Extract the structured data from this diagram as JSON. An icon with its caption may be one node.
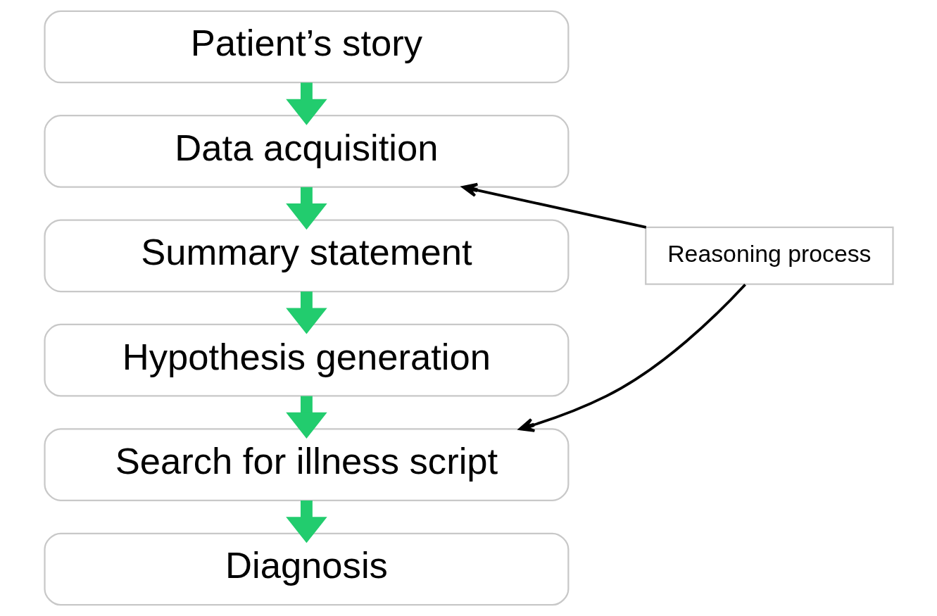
{
  "diagram": {
    "nodes": [
      {
        "text": [
          "Patient’s story"
        ]
      },
      {
        "text": [
          "Data acquisition"
        ]
      },
      {
        "text": [
          "Summary statement"
        ]
      },
      {
        "text": [
          "Hypothesis generation"
        ]
      },
      {
        "text": [
          "Search for illness script"
        ]
      },
      {
        "text": [
          "Diagnosis"
        ]
      },
      {
        "text": [
          "Reasoning process"
        ]
      }
    ],
    "edges": [
      {
        "from": 0,
        "to": 1,
        "arrow": "to"
      },
      {
        "from": 1,
        "to": 2,
        "arrow": "to"
      },
      {
        "from": 2,
        "to": 3,
        "arrow": "to"
      },
      {
        "from": 3,
        "to": 4,
        "arrow": "to"
      },
      {
        "from": 4,
        "to": 5,
        "arrow": "to"
      },
      {
        "from": 6,
        "to": 1,
        "arrow": "to",
        "color": "#000000"
      },
      {
        "from": 6,
        "to": 4,
        "arrow": "to",
        "color": "#000000"
      }
    ]
  }
}
